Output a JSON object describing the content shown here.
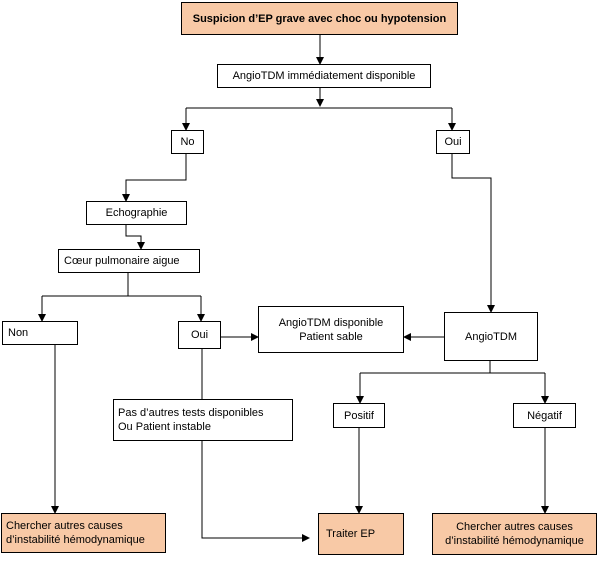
{
  "nodes": {
    "start": "Suspicion d’EP grave avec choc ou hypotension",
    "angio_available": "AngioTDM immédiatement disponible",
    "no": "No",
    "oui_top": "Oui",
    "echo": "Echographie",
    "coeur": "Cœur pulmonaire  aigue",
    "non": "Non",
    "oui_mid": "Oui",
    "angio_disp_line1": "AngioTDM disponible",
    "angio_disp_line2": "Patient sable",
    "angiotdm": "AngioTDM",
    "pas_line1": "Pas d’autres tests disponibles",
    "pas_line2": "Ou  Patient instable",
    "positif": "Positif",
    "negatif": "Négatif",
    "chercher_left_line1": "Chercher autres causes",
    "chercher_left_line2": "d’instabilité hémodynamique",
    "traiter": "Traiter EP",
    "chercher_right_line1": "Chercher autres causes",
    "chercher_right_line2": "d’instabilité hémodynamique"
  },
  "colors": {
    "highlight_fill": "#f8c9a6",
    "stroke": "#000000"
  }
}
